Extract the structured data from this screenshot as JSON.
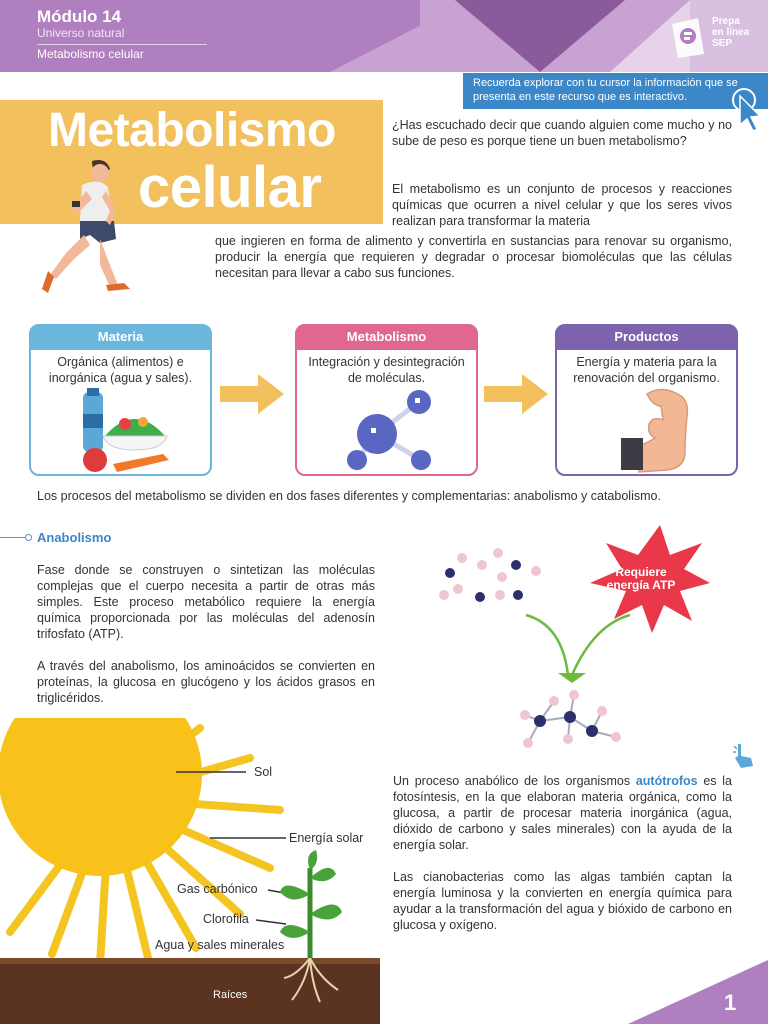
{
  "header": {
    "module": "Módulo 14",
    "subtitle": "Universo natural",
    "topic": "Metabolismo celular",
    "logo": "Prepa en línea SEP"
  },
  "tip": "Recuerda explorar con tu cursor la información que se presenta en este recurso que es interactivo.",
  "title": {
    "line1": "Metabolismo",
    "line2": "celular"
  },
  "intro": {
    "p1": "¿Has escuchado decir que cuando alguien come mucho y no sube de peso es porque tiene un buen metabolismo?",
    "p2a": "El metabolismo es un conjunto de procesos y reacciones químicas que ocurren a nivel celular y que los seres vivos realizan para transformar la materia",
    "p2b": "que ingieren en forma de alimento y convertirla en sustancias para renovar su organismo, producir la energía que requieren y degradar o procesar biomoléculas que las células necesitan para llevar a cabo sus funciones."
  },
  "boxes": [
    {
      "head": "Materia",
      "text": "Orgánica (alimentos) e inorgánica (agua y sales).",
      "color": "#6bb6dc"
    },
    {
      "head": "Metabolismo",
      "text": "Integración y desintegración de moléculas.",
      "color": "#e0678e"
    },
    {
      "head": "Productos",
      "text": "Energía y materia para la renovación del organismo.",
      "color": "#7d63ad"
    }
  ],
  "phases": "Los procesos del metabolismo se dividen en dos fases diferentes y complementarias: anabolismo y catabolismo.",
  "anabolismo": {
    "title": "Anabolismo",
    "p1": "Fase donde se construyen o sintetizan las moléculas complejas que el cuerpo necesita a partir de otras más simples. Este proceso metabólico requiere la energía química proporcionada por las moléculas del adenosín trifosfato (ATP).",
    "p2": "A través del anabolismo, los aminoácidos se convierten en proteínas, la glucosa en glucógeno y los ácidos grasos en triglicéridos.",
    "star": "Requiere energía ATP"
  },
  "scene": {
    "sol": "Sol",
    "energia": "Energía solar",
    "gas": "Gas carbónico",
    "clorofila": "Clorofila",
    "agua": "Agua y sales minerales",
    "raices": "Raíces"
  },
  "autotrofos": {
    "p1a": "Un proceso anabólico de los organismos",
    "keyword": "autótrofos",
    "p1b": "es la fotosíntesis, en la que elaboran materia orgánica, como la glucosa, a partir de procesar materia inorgánica (agua, dióxido de carbono y sales minerales) con la ayuda de la energía solar.",
    "p2": "Las cianobacterias como las algas también captan la energía luminosa y la convierten en energía química para ayudar a la transformación del agua y bióxido de carbono en glucosa y oxígeno."
  },
  "page_number": "1"
}
